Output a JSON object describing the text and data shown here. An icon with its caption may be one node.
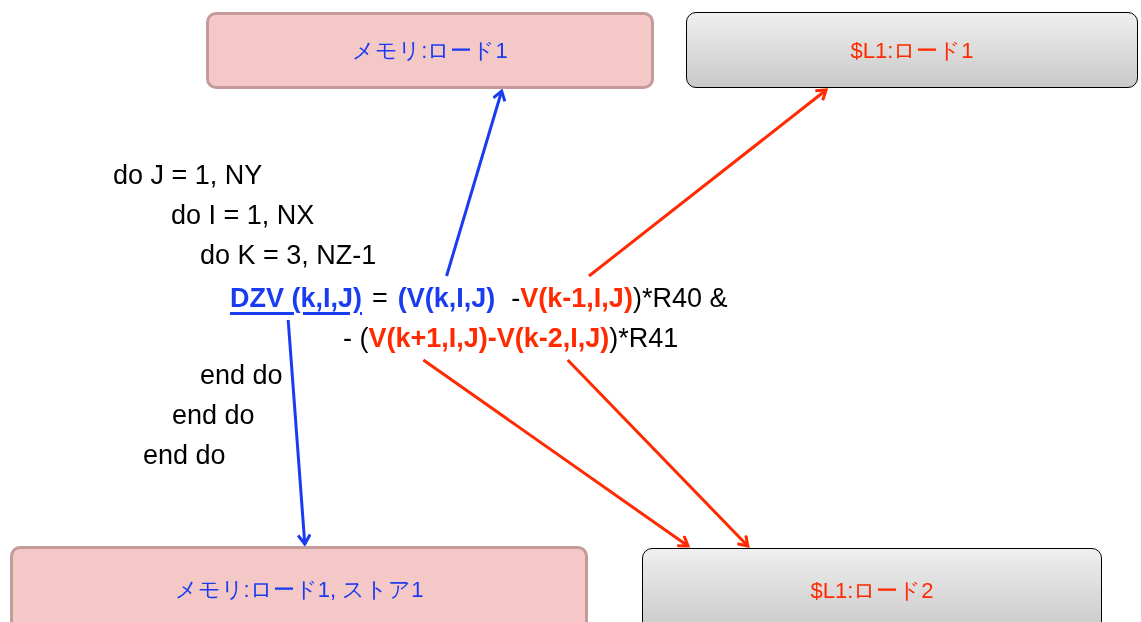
{
  "diagram": {
    "nodes": [
      {
        "text": [
          "メモリ:ロード1"
        ]
      },
      {
        "text": [
          "$L1:ロード1"
        ]
      },
      {
        "text": [
          "メモリ:ロード1, ストア1"
        ]
      },
      {
        "text": [
          "$L1:ロード2"
        ]
      },
      {
        "text": [
          "DZV (k,I,J)"
        ]
      },
      {
        "text": [
          "(V(k,I,J)"
        ]
      },
      {
        "text": [
          "V(k-1,I,J)"
        ]
      },
      {
        "text": [
          "V(k+1,I,J)"
        ]
      },
      {
        "text": [
          "V(k-2,I,J)"
        ]
      }
    ],
    "edges": [
      {
        "from": 5,
        "to": 0,
        "arrow": "to",
        "color": "#1a3cf0"
      },
      {
        "from": 4,
        "to": 2,
        "arrow": "to",
        "color": "#1a3cf0"
      },
      {
        "from": 6,
        "to": 1,
        "arrow": "to",
        "color": "#ff2a00"
      },
      {
        "from": 7,
        "to": 3,
        "arrow": "to",
        "color": "#ff2a00"
      },
      {
        "from": 8,
        "to": 3,
        "arrow": "to",
        "color": "#ff2a00"
      }
    ],
    "labels": [
      "do J = 1, NY",
      "do I = 1, NX",
      "do K = 3, NZ-1",
      "=",
      "-",
      ")*R40 &",
      "- (",
      "-",
      ")*R41",
      "end do",
      "end do",
      "end do"
    ]
  }
}
